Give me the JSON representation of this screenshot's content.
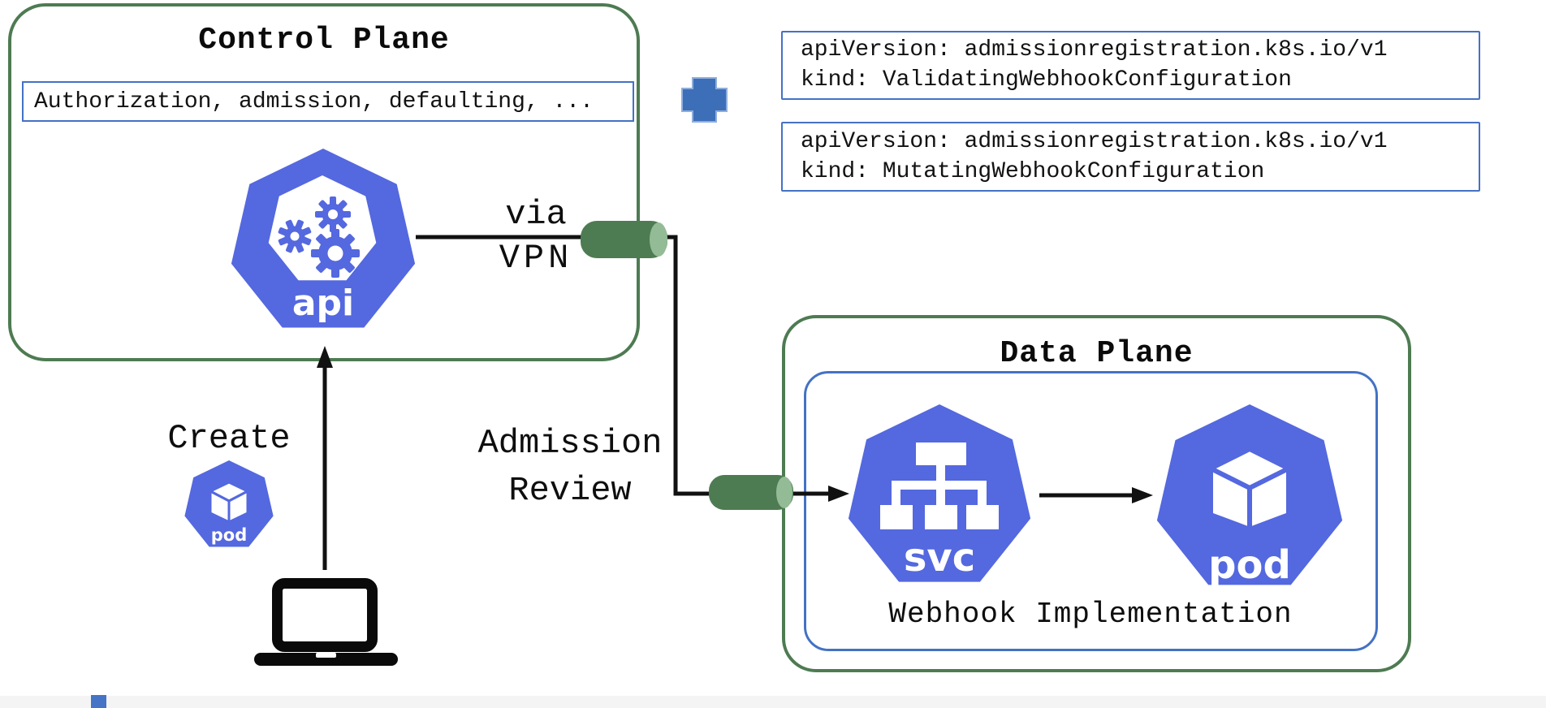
{
  "control_plane": {
    "title": "Control Plane",
    "admission_chain": "Authorization, admission, defaulting, ...",
    "api_icon_label": "api"
  },
  "client": {
    "create_label": "Create",
    "pod_icon_label": "pod"
  },
  "connectors": {
    "via_line1": "via",
    "via_line2": "VPN",
    "admission_line1": "Admission",
    "admission_line2": "Review"
  },
  "configs": {
    "validating": {
      "line1": "apiVersion: admissionregistration.k8s.io/v1",
      "line2": "kind: ValidatingWebhookConfiguration"
    },
    "mutating": {
      "line1": "apiVersion: admissionregistration.k8s.io/v1",
      "line2": "kind: MutatingWebhookConfiguration"
    }
  },
  "data_plane": {
    "title": "Data Plane",
    "webhook_label": "Webhook Implementation",
    "svc_icon_label": "svc",
    "pod_icon_label": "pod"
  },
  "icons": {
    "api": "kubernetes-api-icon",
    "svc": "kubernetes-service-icon",
    "pod": "kubernetes-pod-icon",
    "plus": "plus-icon",
    "laptop": "laptop-icon",
    "pipe": "vpn-tunnel-pipe-icon"
  },
  "colors": {
    "green_border": "#4E7B52",
    "blue_border": "#4472C4",
    "k8s_blue": "#5468DF",
    "pipe_green": "#4E7C52",
    "pipe_highlight": "#93BC96",
    "plus_blue": "#3D6EB8",
    "line_black": "#111111"
  }
}
